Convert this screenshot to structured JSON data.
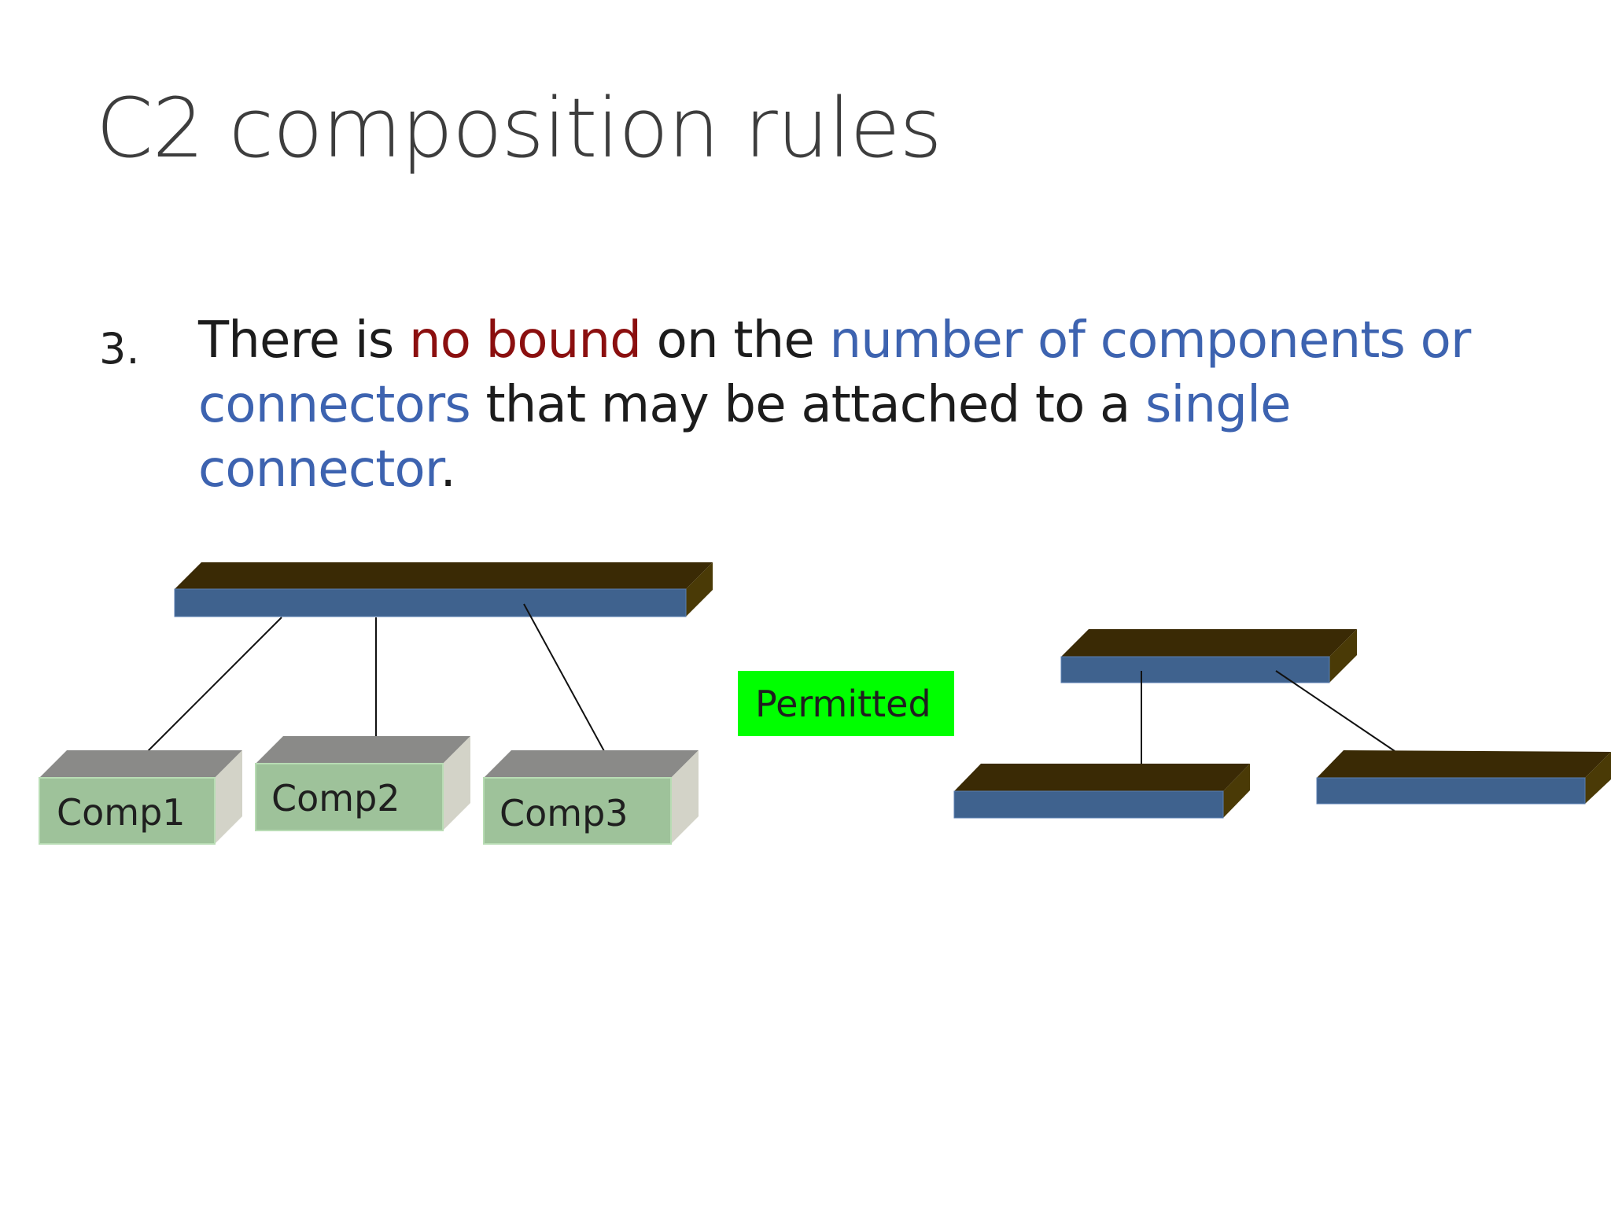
{
  "slide": {
    "title": "C2 composition rules"
  },
  "rule": {
    "number": "3.",
    "segments": [
      {
        "text": "There is ",
        "style": "plain"
      },
      {
        "text": "no bound",
        "style": "red"
      },
      {
        "text": " on the ",
        "style": "plain"
      },
      {
        "text": "number of components or connectors",
        "style": "blue"
      },
      {
        "text": " that may be attached to a ",
        "style": "plain"
      },
      {
        "text": "single connector",
        "style": "blue"
      },
      {
        "text": ".",
        "style": "plain"
      }
    ]
  },
  "diagram": {
    "left_example": {
      "components": [
        "Comp1",
        "Comp2",
        "Comp3"
      ]
    },
    "badge": "Permitted"
  },
  "colors": {
    "connector_front": "#3f628e",
    "connector_top": "#3a2a05",
    "connector_side": "#4a3a06",
    "component_front": "#9ec29a",
    "component_top": "#8a8a88",
    "component_side": "#d3d3c8",
    "badge_fill": "#00ff00",
    "emphasis_red": "#8b0f0f",
    "emphasis_blue": "#3d63b0"
  }
}
